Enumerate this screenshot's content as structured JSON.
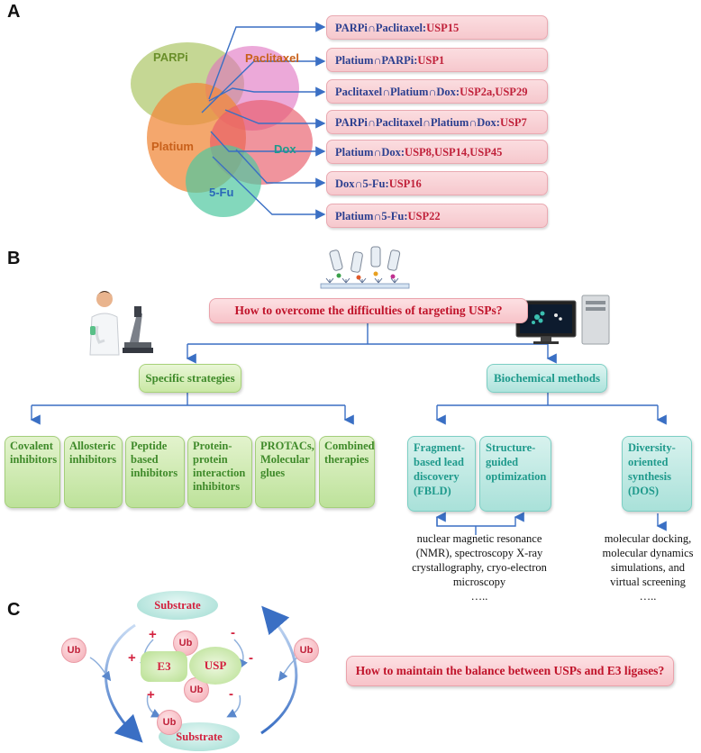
{
  "panels": {
    "a": "A",
    "b": "B",
    "c": "C"
  },
  "venn": {
    "sets": [
      "PARPi",
      "Paclitaxel",
      "Platium",
      "Dox",
      "5-Fu"
    ],
    "colors": {
      "PARPi": "#a6c25a",
      "Paclitaxel": "#e070c0",
      "Platium": "#f08a3c",
      "Dox": "#e85a68",
      "5-Fu": "#4fc7a0",
      "label_green": "#6a8f2a",
      "label_orange": "#c8601a",
      "label_teal": "#1f9a8c",
      "label_blue": "#2a68b8"
    },
    "intersections": [
      {
        "key": "PARPi∩Paclitaxel:",
        "value": "USP15"
      },
      {
        "key": "Platium∩PARPi:",
        "value": "USP1"
      },
      {
        "key": "Paclitaxel∩Platium∩Dox:",
        "value": "USP2a,USP29"
      },
      {
        "key": "PARPi∩Paclitaxel∩Platium∩Dox:",
        "value": "USP7"
      },
      {
        "key": "Platium∩Dox:",
        "value": "USP8,USP14,USP45"
      },
      {
        "key": "Dox∩5-Fu:",
        "value": "USP16"
      },
      {
        "key": "Platium∩5-Fu:",
        "value": "USP22"
      }
    ]
  },
  "panel_b": {
    "question": "How to overcome the difficulties of targeting USPs?",
    "left_branch": "Specific strategies",
    "right_branch": "Biochemical methods",
    "strategies": [
      "Covalent\ninhibitors",
      "Allosteric\ninhibitors",
      "Peptide\nbased\ninhibitors",
      "Protein-\nprotein\ninteraction\ninhibitors",
      "PROTACs,\nMolecular\nglues",
      "Combined\ntherapies"
    ],
    "methods": [
      "Fragment-\nbased lead\ndiscovery\n(FBLD)",
      "Structure-\nguided\noptimization",
      "Diversity-\noriented\nsynthesis\n(DOS)"
    ],
    "note_left": "nuclear magnetic resonance\n(NMR), spectroscopy X-ray\ncrystallography, cryo-electron\nmicroscopy\n…..",
    "note_right": "molecular docking,\nmolecular dynamics\nsimulations, and\nvirtual screening\n…..",
    "icons": [
      "scientist-microscope-icon",
      "computer-workstation-icon",
      "antibody-assay-icon"
    ]
  },
  "panel_c": {
    "substrate": "Substrate",
    "ub": "Ub",
    "e3": "E3",
    "usp": "USP",
    "plus": "+",
    "minus": "-",
    "question": "How to maintain the balance between USPs and E3 ligases?"
  }
}
